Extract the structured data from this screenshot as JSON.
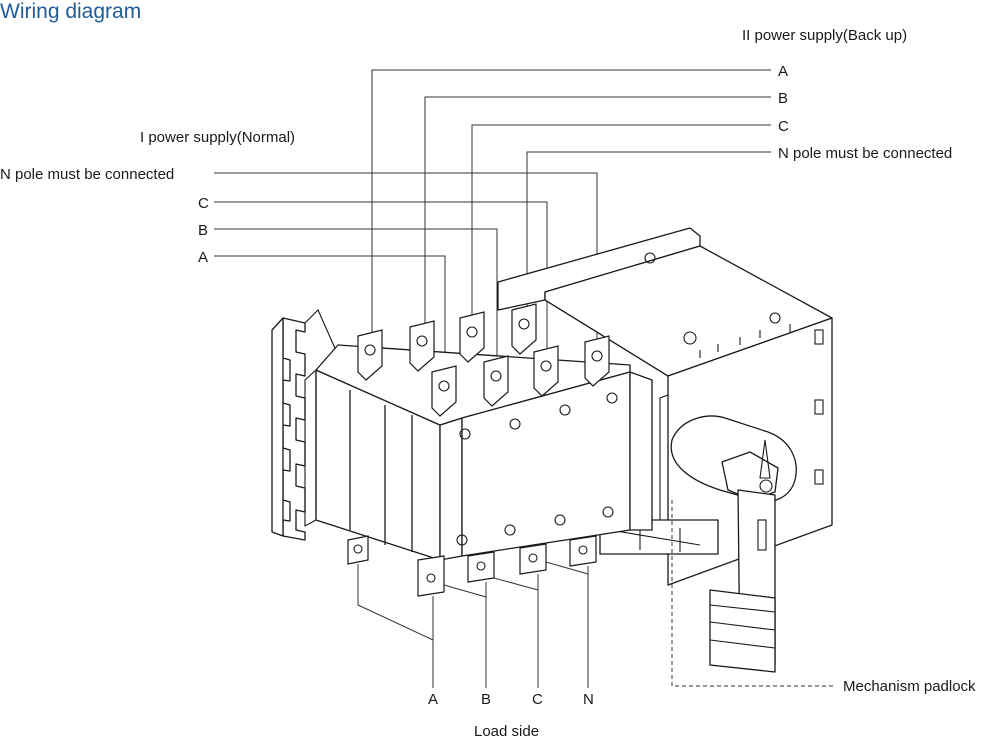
{
  "title": "Wiring diagram",
  "colors": {
    "title": "#1f5c99",
    "line": "#333333"
  },
  "backup_supply": {
    "heading": "II power supply(Back up)",
    "phases": [
      "A",
      "B",
      "C",
      "N pole must be connected"
    ]
  },
  "normal_supply": {
    "heading": "I power supply(Normal)",
    "phases": [
      "N pole must be connected",
      "C",
      "B",
      "A"
    ]
  },
  "load_side": {
    "heading": "Load side",
    "phases": [
      "A",
      "B",
      "C",
      "N"
    ]
  },
  "padlock_label": "Mechanism padlock"
}
